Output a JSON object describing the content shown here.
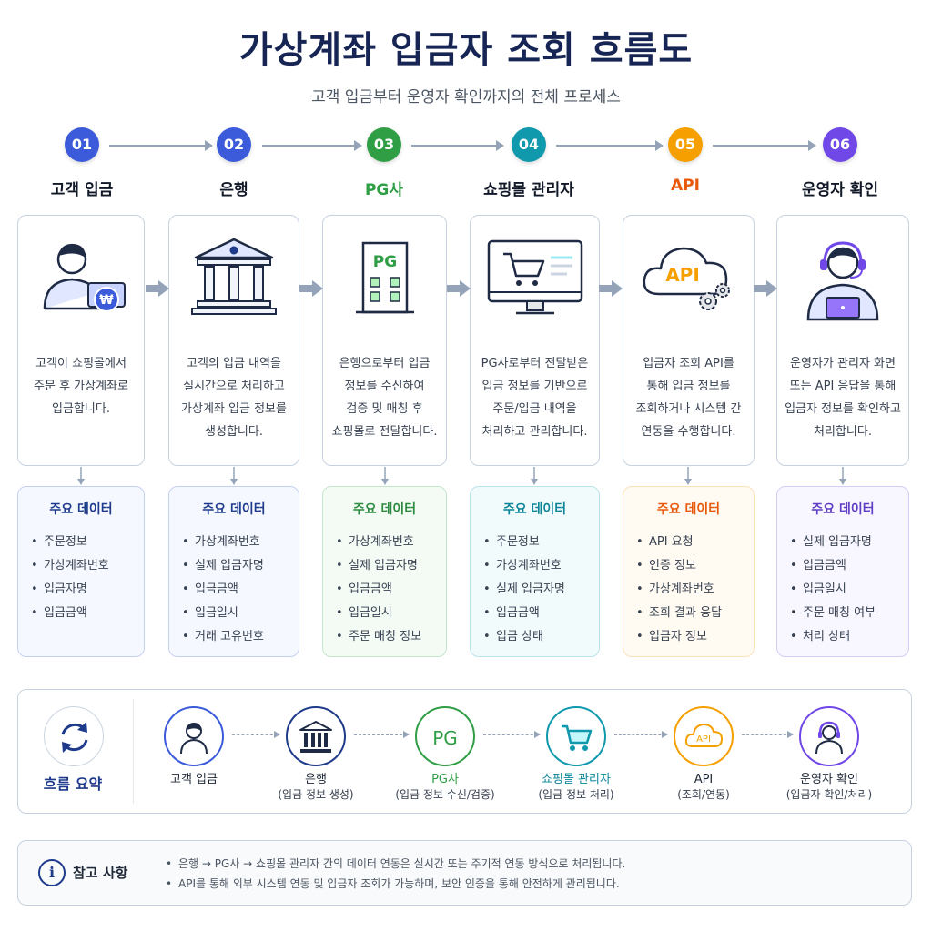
{
  "title": "가상계좌 입금자 조회 흐름도",
  "subtitle": "고객 입금부터 운영자 확인까지의 전체 프로세스",
  "data_title": "주요 데이터",
  "steps": [
    {
      "num": "01",
      "name": "고객 입금",
      "color": "#3b5bdb",
      "desc": "고객이 쇼핑몰에서\n주문 후 가상계좌로\n입금합니다.",
      "icon": "customer-payment-icon",
      "data": [
        "주문정보",
        "가상계좌번호",
        "입금자명",
        "입금금액"
      ]
    },
    {
      "num": "02",
      "name": "은행",
      "color": "#3b5bdb",
      "desc": "고객의 입금 내역을\n실시간으로 처리하고\n가상계좌 입금 정보를\n생성합니다.",
      "icon": "bank-icon",
      "data": [
        "가상계좌번호",
        "실제 입금자명",
        "입금금액",
        "입금일시",
        "거래 고유번호"
      ]
    },
    {
      "num": "03",
      "name": "PG사",
      "color": "#2f9e44",
      "desc": "은행으로부터 입금\n정보를 수신하여\n검증 및 매칭 후\n쇼핑몰로 전달합니다.",
      "icon": "pg-building-icon",
      "pg_text": "PG",
      "data": [
        "가상계좌번호",
        "실제 입금자명",
        "입금금액",
        "입금일시",
        "주문 매칭 정보"
      ]
    },
    {
      "num": "04",
      "name": "쇼핑몰 관리자",
      "color": "#1098ad",
      "desc": "PG사로부터 전달받은\n입금 정보를 기반으로\n주문/입금 내역을\n처리하고 관리합니다.",
      "icon": "shopping-monitor-icon",
      "data": [
        "주문정보",
        "가상계좌번호",
        "실제 입금자명",
        "입금금액",
        "입금 상태"
      ]
    },
    {
      "num": "05",
      "name": "API",
      "color": "#f59f00",
      "desc": "입금자 조회 API를\n통해 입금 정보를\n조회하거나 시스템 간\n연동을 수행합니다.",
      "icon": "api-cloud-icon",
      "api_text": "API",
      "data": [
        "API 요청",
        "인증 정보",
        "가상계좌번호",
        "조회 결과 응답",
        "입금자 정보"
      ]
    },
    {
      "num": "06",
      "name": "운영자 확인",
      "color": "#7048e8",
      "desc": "운영자가 관리자 화면\n또는 API 응답을 통해\n입금자 정보를 확인하고\n처리합니다.",
      "icon": "operator-headset-icon",
      "data": [
        "실제 입금자명",
        "입금금액",
        "입금일시",
        "주문 매칭 여부",
        "처리 상태"
      ]
    }
  ],
  "summary": {
    "title": "흐름 요약",
    "nodes": [
      {
        "main": "고객 입금",
        "sub": "",
        "color": "#3b5bdb",
        "icon": "person-icon"
      },
      {
        "main": "은행",
        "sub": "(입금 정보 생성)",
        "color": "#1e3a8a",
        "icon": "bank-icon"
      },
      {
        "main": "PG사",
        "sub": "(입금 정보 수신/검증)",
        "color": "#2f9e44",
        "icon": "pg-text-icon",
        "icon_text": "PG"
      },
      {
        "main": "쇼핑몰 관리자",
        "sub": "(입금 정보 처리)",
        "color": "#1098ad",
        "icon": "cart-icon"
      },
      {
        "main": "API",
        "sub": "(조회/연동)",
        "color": "#f59f00",
        "icon": "api-cloud-icon",
        "icon_text": "API"
      },
      {
        "main": "운영자 확인",
        "sub": "(입금자 확인/처리)",
        "color": "#7048e8",
        "icon": "headset-icon"
      }
    ]
  },
  "notes": {
    "title": "참고 사항",
    "icon_text": "i",
    "items": [
      "은행 → PG사 → 쇼핑몰 관리자 간의 데이터 연동은 실시간 또는 주기적 연동 방식으로 처리됩니다.",
      "API를 통해 외부 시스템 연동 및 입금자 조회가 가능하며, 보안 인증을 통해 안전하게 관리됩니다."
    ]
  }
}
